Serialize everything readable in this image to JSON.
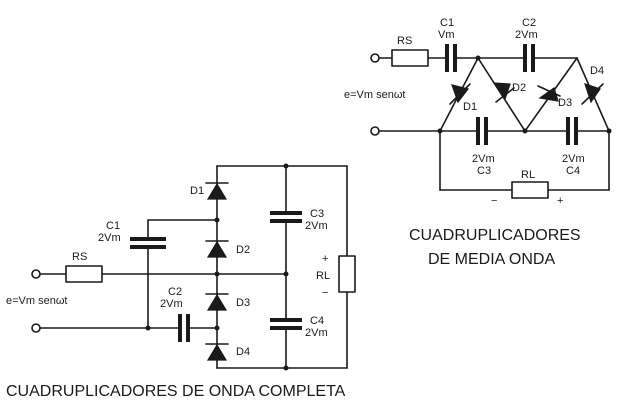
{
  "full_wave": {
    "title": "CUADRUPLICADORES DE ONDA COMPLETA",
    "rs": "RS",
    "source": "e=Vm  senωt",
    "d1": "D1",
    "d2": "D2",
    "d3": "D3",
    "d4": "D4",
    "c1_name": "C1",
    "c1_value": "2Vm",
    "c2_name": "C2",
    "c2_value": "2Vm",
    "c3_name": "C3",
    "c3_value": "2Vm",
    "c4_name": "C4",
    "c4_value": "2Vm",
    "rl": "RL",
    "plus": "+",
    "minus": "−"
  },
  "half_wave": {
    "title_line1": "CUADRUPLICADORES",
    "title_line2": "DE MEDIA ONDA",
    "rs": "RS",
    "source": "e=Vm senωt",
    "d1": "D1",
    "d2": "D2",
    "d3": "D3",
    "d4": "D4",
    "c1_name": "C1",
    "c1_value": "Vm",
    "c2_name": "C2",
    "c2_value": "2Vm",
    "c3_name": "C3",
    "c3_value": "2Vm",
    "c4_name": "C4",
    "c4_value": "2Vm",
    "rl": "RL",
    "minus": "−",
    "plus": "+"
  }
}
